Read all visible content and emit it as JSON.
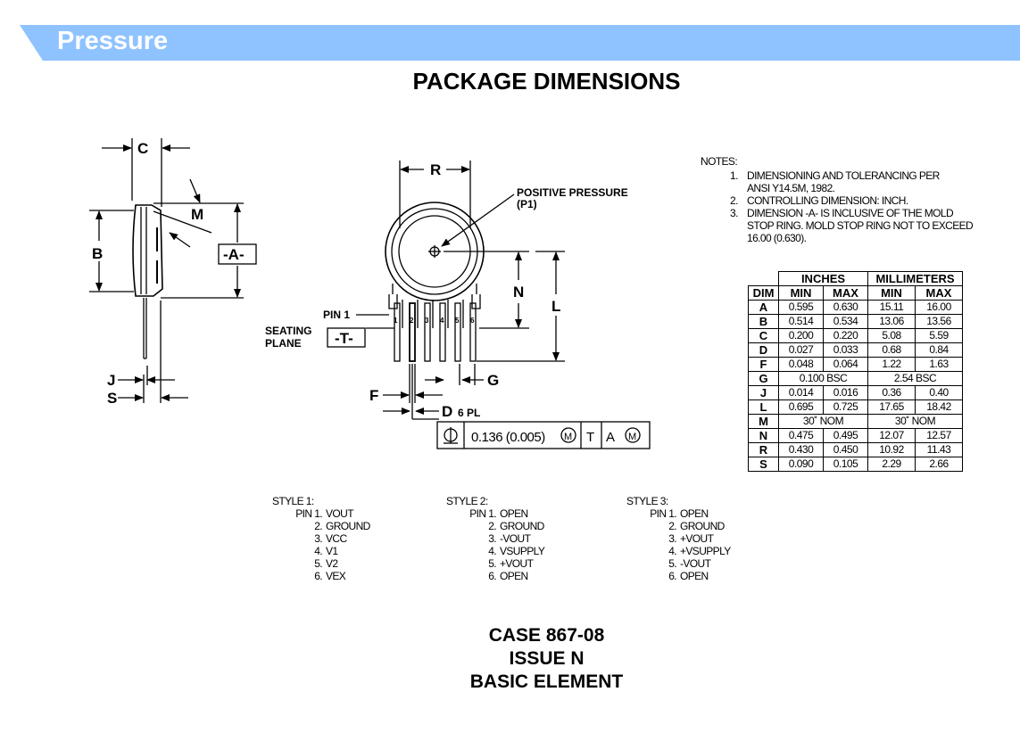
{
  "banner": {
    "title": "Pressure",
    "color": "#8fc3ff"
  },
  "heading": "PACKAGE DIMENSIONS",
  "drawing": {
    "labels": {
      "c": "C",
      "b": "B",
      "m": "M",
      "datum_a": "-A-",
      "j": "J",
      "s": "S",
      "r": "R",
      "positive_pressure": "POSITIVE PRESSURE",
      "p1": "(P1)",
      "n": "N",
      "l": "L",
      "pin1": "PIN 1",
      "seating": "SEATING",
      "plane": "PLANE",
      "datum_t": "-T-",
      "g": "G",
      "f": "F",
      "d": "D",
      "d_qty": "6 PL"
    },
    "pin_numbers": [
      "1",
      "2",
      "3",
      "4",
      "5",
      "6"
    ],
    "tolerance_frame": {
      "value": "0.136 (0.005)",
      "modifier1": "M",
      "datum": "T",
      "datum2": "A",
      "modifier2": "M"
    }
  },
  "notes": {
    "header": "NOTES:",
    "items": [
      {
        "num": "1.",
        "lines": [
          "DIMENSIONING AND TOLERANCING PER",
          "ANSI Y14.5M, 1982."
        ]
      },
      {
        "num": "2.",
        "lines": [
          "CONTROLLING DIMENSION: INCH."
        ]
      },
      {
        "num": "3.",
        "lines": [
          "DIMENSION -A- IS INCLUSIVE OF THE MOLD",
          "STOP RING. MOLD STOP RING NOT TO EXCEED",
          "16.00 (0.630)."
        ]
      }
    ]
  },
  "dim_table": {
    "group_headers": [
      "INCHES",
      "MILLIMETERS"
    ],
    "col_headers": [
      "DIM",
      "MIN",
      "MAX",
      "MIN",
      "MAX"
    ],
    "rows": [
      {
        "dim": "A",
        "in_min": "0.595",
        "in_max": "0.630",
        "mm_min": "15.11",
        "mm_max": "16.00"
      },
      {
        "dim": "B",
        "in_min": "0.514",
        "in_max": "0.534",
        "mm_min": "13.06",
        "mm_max": "13.56"
      },
      {
        "dim": "C",
        "in_min": "0.200",
        "in_max": "0.220",
        "mm_min": "5.08",
        "mm_max": "5.59"
      },
      {
        "dim": "D",
        "in_min": "0.027",
        "in_max": "0.033",
        "mm_min": "0.68",
        "mm_max": "0.84"
      },
      {
        "dim": "F",
        "in_min": "0.048",
        "in_max": "0.064",
        "mm_min": "1.22",
        "mm_max": "1.63"
      },
      {
        "dim": "G",
        "in_span": "0.100 BSC",
        "mm_span": "2.54 BSC"
      },
      {
        "dim": "J",
        "in_min": "0.014",
        "in_max": "0.016",
        "mm_min": "0.36",
        "mm_max": "0.40"
      },
      {
        "dim": "L",
        "in_min": "0.695",
        "in_max": "0.725",
        "mm_min": "17.65",
        "mm_max": "18.42"
      },
      {
        "dim": "M",
        "in_span": "30˚ NOM",
        "mm_span": "30˚ NOM"
      },
      {
        "dim": "N",
        "in_min": "0.475",
        "in_max": "0.495",
        "mm_min": "12.07",
        "mm_max": "12.57"
      },
      {
        "dim": "R",
        "in_min": "0.430",
        "in_max": "0.450",
        "mm_min": "10.92",
        "mm_max": "11.43"
      },
      {
        "dim": "S",
        "in_min": "0.090",
        "in_max": "0.105",
        "mm_min": "2.29",
        "mm_max": "2.66"
      }
    ]
  },
  "styles": [
    {
      "header": "STYLE 1:",
      "pins": [
        {
          "num": "PIN 1.",
          "fn": "VOUT"
        },
        {
          "num": "2.",
          "fn": "GROUND"
        },
        {
          "num": "3.",
          "fn": "VCC"
        },
        {
          "num": "4.",
          "fn": "V1"
        },
        {
          "num": "5.",
          "fn": "V2"
        },
        {
          "num": "6.",
          "fn": "VEX"
        }
      ]
    },
    {
      "header": "STYLE 2:",
      "pins": [
        {
          "num": "PIN 1.",
          "fn": "OPEN"
        },
        {
          "num": "2.",
          "fn": "GROUND"
        },
        {
          "num": "3.",
          "fn": "-VOUT"
        },
        {
          "num": "4.",
          "fn": "VSUPPLY"
        },
        {
          "num": "5.",
          "fn": "+VOUT"
        },
        {
          "num": "6.",
          "fn": "OPEN"
        }
      ]
    },
    {
      "header": "STYLE 3:",
      "pins": [
        {
          "num": "PIN 1.",
          "fn": "OPEN"
        },
        {
          "num": "2.",
          "fn": "GROUND"
        },
        {
          "num": "3.",
          "fn": "+VOUT"
        },
        {
          "num": "4.",
          "fn": "+VSUPPLY"
        },
        {
          "num": "5.",
          "fn": "-VOUT"
        },
        {
          "num": "6.",
          "fn": "OPEN"
        }
      ]
    }
  ],
  "case": {
    "line1": "CASE 867-08",
    "line2": "ISSUE N",
    "line3": "BASIC ELEMENT"
  }
}
